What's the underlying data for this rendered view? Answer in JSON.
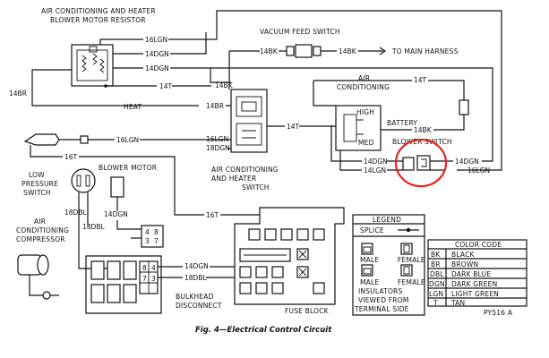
{
  "labels": {
    "resistor_l1": "AIR CONDITIONING AND HEATER",
    "resistor_l2": "BLOWER MOTOR RESISTOR",
    "vacuum_switch": "VACUUM FEED SWITCH",
    "to_main_harness": "TO MAIN HARNESS",
    "ac_l1": "AIR",
    "ac_l2": "CONDITIONING",
    "high": "HIGH",
    "battery": "BATTERY",
    "med": "MED",
    "blower_switch": "BLOWER SWITCH",
    "heat": "HEAT",
    "ach_switch_l1": "AIR CONDITIONING",
    "ach_switch_l2": "AND HEATER",
    "ach_switch_l3": "SWITCH",
    "low_pressure_l1": "LOW",
    "low_pressure_l2": "PRESSURE",
    "low_pressure_l3": "SWITCH",
    "blower_motor": "BLOWER MOTOR",
    "compressor_l1": "AIR",
    "compressor_l2": "CONDITIONING",
    "compressor_l3": "COMPRESSOR",
    "bulkhead_l1": "BULKHEAD",
    "bulkhead_l2": "DISCONNECT",
    "fuse_block": "FUSE BLOCK",
    "figure_id": "PY516 A",
    "caption": "Fig. 4—Electrical Control Circuit"
  },
  "wires": {
    "w16lgn": "16LGN",
    "w14dgn": "14DGN",
    "w14t": "14T",
    "w14br": "14BR",
    "w14bk": "14BK",
    "w14lgn": "14LGN",
    "w18dgn": "18DGN",
    "w16t": "16T",
    "w18dbl": "18DBL"
  },
  "connector_numbers": {
    "n4": "4",
    "n8": "8",
    "n3": "3",
    "n7": "7"
  },
  "legend": {
    "title": "LEGEND",
    "splice": "SPLICE",
    "male": "MALE",
    "female": "FEMALE",
    "note_l1": "INSULATORS",
    "note_l2": "VIEWED FROM",
    "note_l3": "TERMINAL SIDE"
  },
  "color_code": {
    "title": "COLOR CODE",
    "rows": [
      {
        "code": "BK",
        "name": "BLACK"
      },
      {
        "code": "BR",
        "name": "BROWN"
      },
      {
        "code": "DBL",
        "name": "DARK BLUE"
      },
      {
        "code": "DGN",
        "name": "DARK GREEN"
      },
      {
        "code": "LGN",
        "name": "LIGHT GREEN"
      },
      {
        "code": "T",
        "name": "TAN"
      }
    ]
  },
  "highlight_color": "#e8231b"
}
